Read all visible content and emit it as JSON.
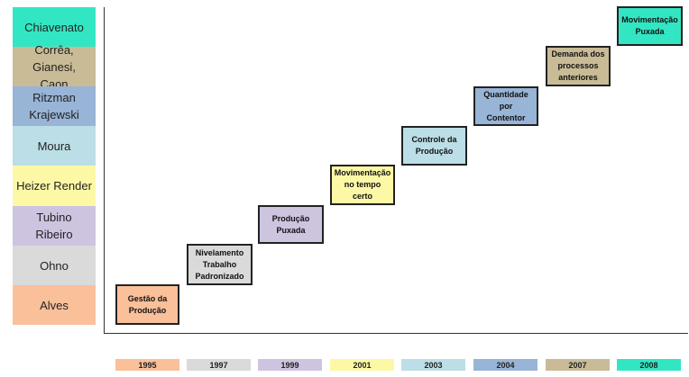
{
  "authors": [
    {
      "label": "Chiavenato",
      "color": "#33e6c3"
    },
    {
      "label": "Corrêa, Gianesi,\nCaon",
      "color": "#c8bb96"
    },
    {
      "label": "Ritzman\nKrajewski",
      "color": "#98b4d6"
    },
    {
      "label": "Moura",
      "color": "#bcdee6"
    },
    {
      "label": "Heizer Render",
      "color": "#fdf8a6"
    },
    {
      "label": "Tubino\nRibeiro",
      "color": "#cdc4e0"
    },
    {
      "label": "Ohno",
      "color": "#dadada"
    },
    {
      "label": "Alves",
      "color": "#f9c09a"
    }
  ],
  "steps": [
    {
      "label": "Gestão da\nProdução",
      "color": "#f9c09a"
    },
    {
      "label": "Nivelamento\nTrabalho\nPadronizado",
      "color": "#dadada"
    },
    {
      "label": "Produção Puxada",
      "color": "#cdc4e0"
    },
    {
      "label": "Movimentação\nno tempo certo",
      "color": "#fdf8a6"
    },
    {
      "label": "Controle da\nProdução",
      "color": "#bcdee6"
    },
    {
      "label": "Quantidade por\nContentor",
      "color": "#98b4d6"
    },
    {
      "label": "Demanda dos\nprocessos\nanteriores",
      "color": "#c8bb96"
    },
    {
      "label": "Movimentação\nPuxada",
      "color": "#33e6c3"
    }
  ],
  "years": [
    {
      "label": "1995",
      "color": "#f9c09a"
    },
    {
      "label": "1997",
      "color": "#dadada"
    },
    {
      "label": "1999",
      "color": "#cdc4e0"
    },
    {
      "label": "2001",
      "color": "#fdf8a6"
    },
    {
      "label": "2003",
      "color": "#bcdee6"
    },
    {
      "label": "2004",
      "color": "#98b4d6"
    },
    {
      "label": "2007",
      "color": "#c8bb96"
    },
    {
      "label": "2008",
      "color": "#33e6c3"
    }
  ]
}
